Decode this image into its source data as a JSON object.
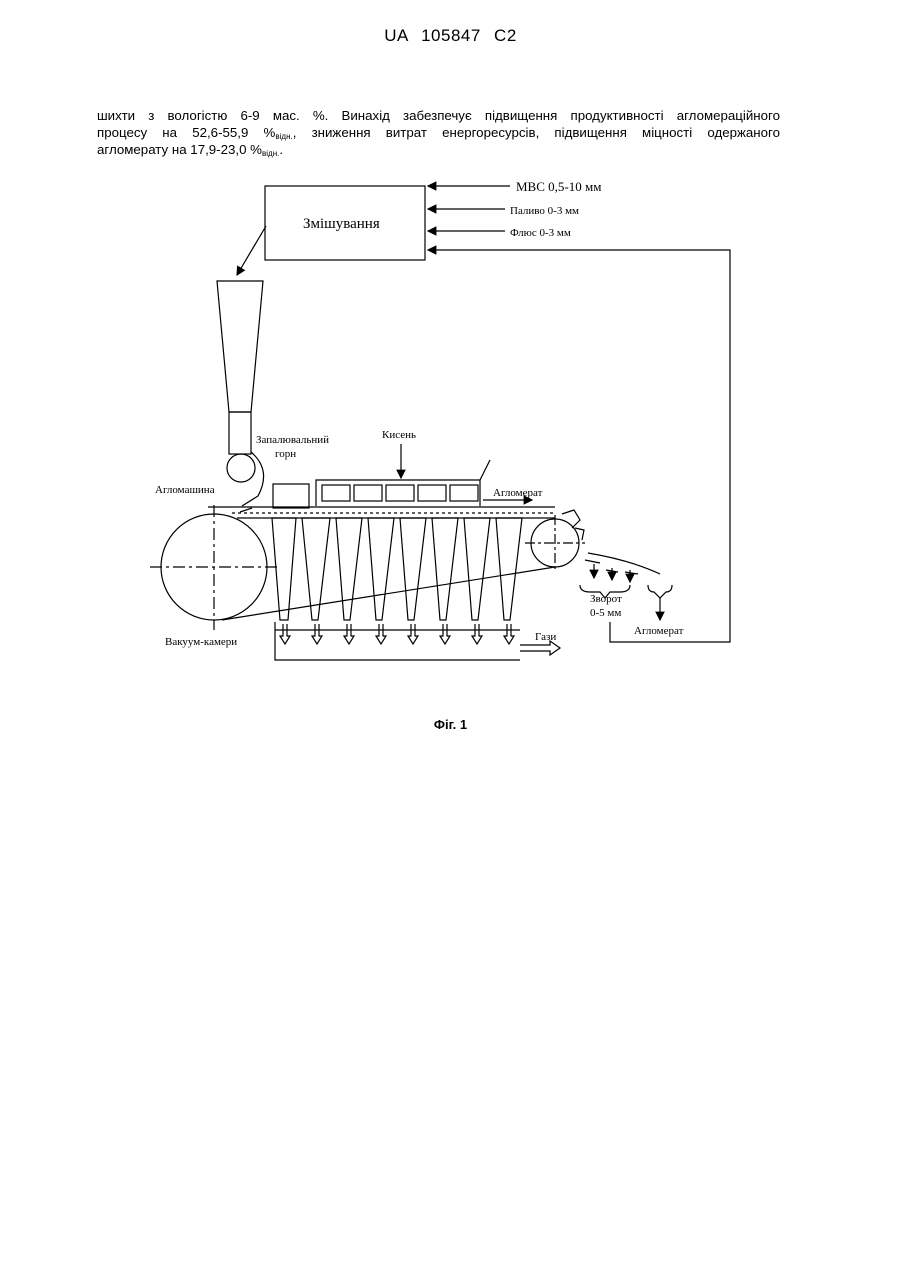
{
  "header": {
    "patent": "UA   105847   C2"
  },
  "paragraph": {
    "line1": "шихти з вологістю 6-9 мас. %. Винахід забезпечує підвищення продуктивності агломераційного",
    "line2_a": "процесу на 52,6-55,9 %",
    "line2_sub": "відн.",
    "line2_b": ", зниження витрат енергоресурсів, підвищення міцності одержаного",
    "line3_a": "агломерату на 17,9-23,0 %",
    "line3_sub": "відн.",
    "line3_b": "."
  },
  "figure": {
    "mixing_box": "Змішування",
    "input1": "МВС 0,5-10 мм",
    "input2": "Паливо 0-3 мм",
    "input3": "Флюс 0-3 мм",
    "ignition_1": "Запалювальний",
    "ignition_2": "горн",
    "oxygen": "Кисень",
    "sinter_machine": "Агломашина",
    "agglomerate_top": "Агломерат",
    "vacuum": "Вакуум-камери",
    "gases": "Гази",
    "return_1": "Зворот",
    "return_2": "0-5 мм",
    "agglomerate_bottom": "Агломерат",
    "caption": "Фіг. 1"
  }
}
